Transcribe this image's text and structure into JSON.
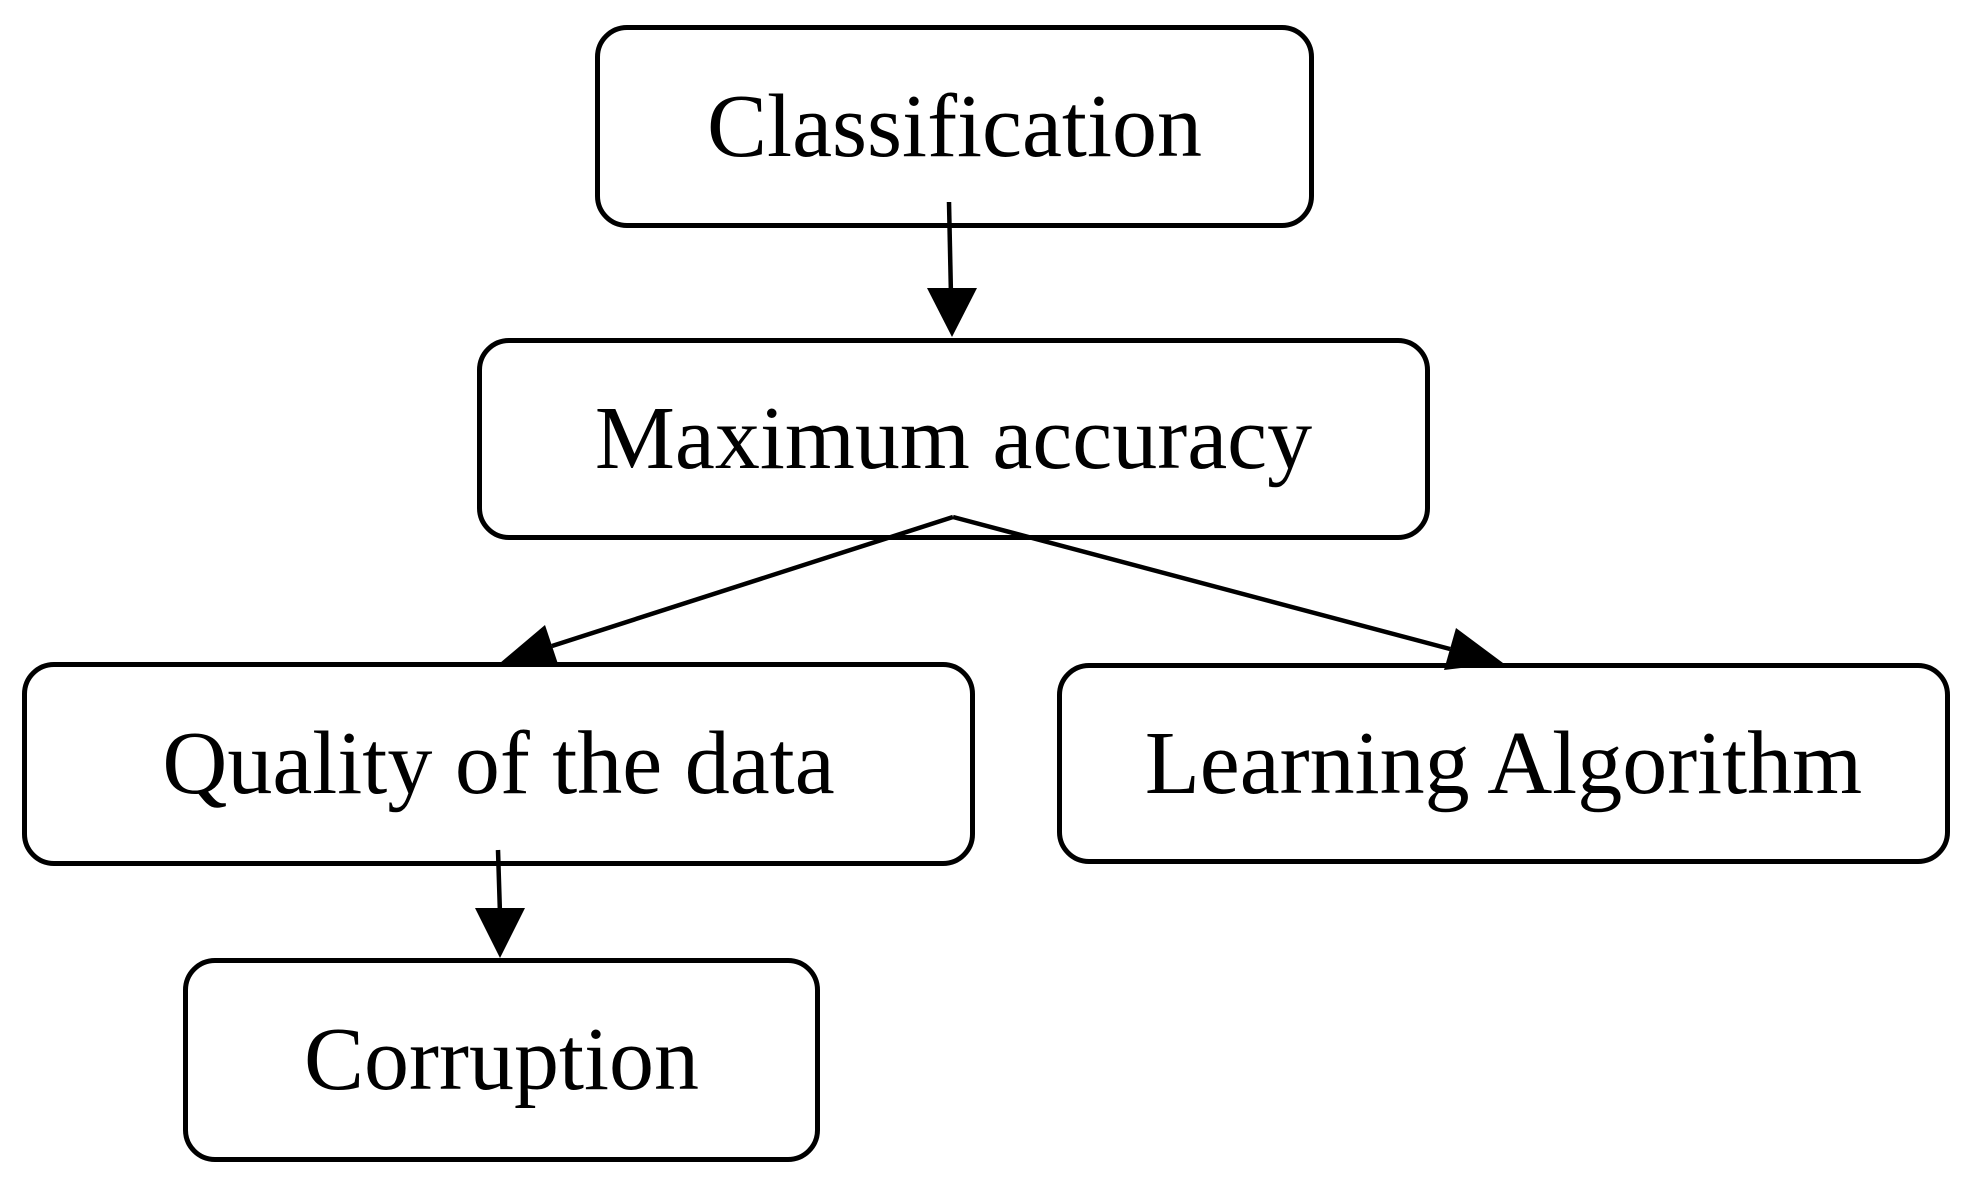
{
  "diagram": {
    "background_color": "#ffffff",
    "stroke_color": "#000000",
    "text_color": "#000000",
    "nodes": [
      {
        "id": "classification",
        "label": "Classification"
      },
      {
        "id": "maximum-accuracy",
        "label": "Maximum accuracy"
      },
      {
        "id": "quality-of-the-data",
        "label": "Quality of the data"
      },
      {
        "id": "learning-algorithm",
        "label": "Learning Algorithm"
      },
      {
        "id": "corruption",
        "label": "Corruption"
      }
    ],
    "edges": [
      {
        "from": "classification",
        "to": "maximum-accuracy",
        "style": "arrow-down"
      },
      {
        "from": "maximum-accuracy",
        "to": "quality-of-the-data",
        "style": "arrow-diagonal-left"
      },
      {
        "from": "maximum-accuracy",
        "to": "learning-algorithm",
        "style": "arrow-diagonal-right"
      },
      {
        "from": "quality-of-the-data",
        "to": "corruption",
        "style": "arrow-down"
      }
    ]
  }
}
